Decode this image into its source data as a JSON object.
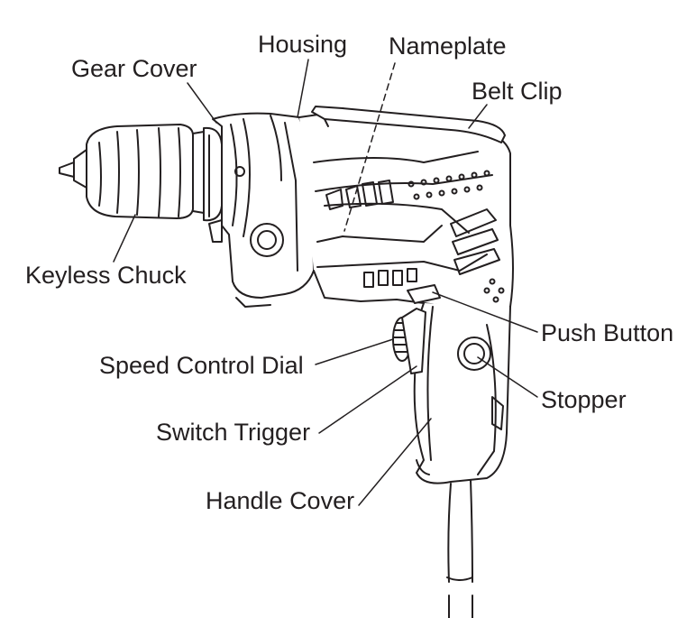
{
  "diagram": {
    "labels": {
      "gear_cover": "Gear Cover",
      "housing": "Housing",
      "nameplate": "Nameplate",
      "belt_clip": "Belt Clip",
      "keyless_chuck": "Keyless Chuck",
      "push_button": "Push Button",
      "speed_control_dial": "Speed Control Dial",
      "stopper": "Stopper",
      "switch_trigger": "Switch Trigger",
      "handle_cover": "Handle Cover"
    },
    "colors": {
      "line": "#231f20",
      "background": "#ffffff"
    }
  }
}
